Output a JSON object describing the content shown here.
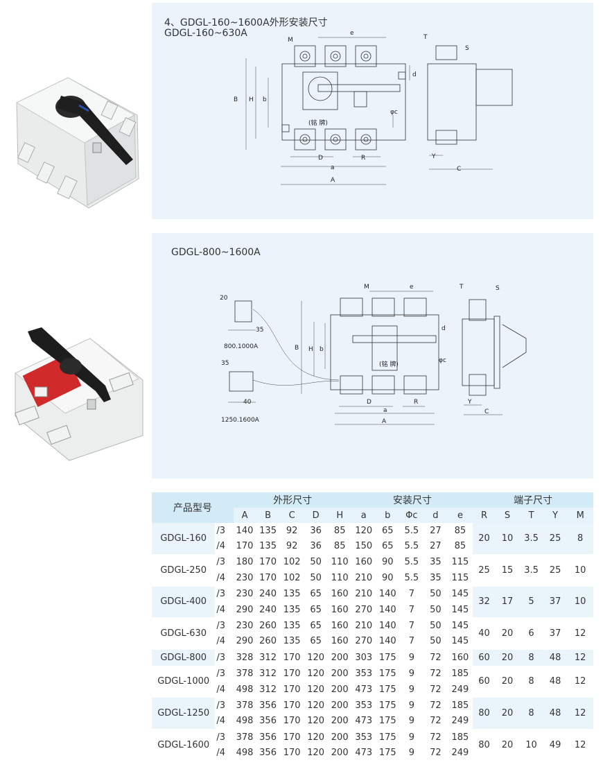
{
  "section1": {
    "title_line1": "4、GDGL-160~1600A外形安装尺寸",
    "title_line2": "GDGL-160~630A",
    "nameplate": "(铭 牌)",
    "labels": {
      "M": "M",
      "e": "e",
      "T": "T",
      "S": "S",
      "B": "B",
      "H": "H",
      "b": "b",
      "d": "d",
      "c": "φc",
      "D": "D",
      "R": "R",
      "a": "a",
      "A": "A",
      "Y": "Y",
      "C": "C"
    }
  },
  "section2": {
    "title": "GDGL-800~1600A",
    "nameplate": "(铭 牌)",
    "dim_20": "20",
    "dim_35a": "35",
    "dim_35b": "35",
    "dim_40": "40",
    "label_800": "800.1000A",
    "label_1250": "1250.1600A",
    "labels": {
      "M": "M",
      "e": "e",
      "T": "T",
      "S": "S",
      "B": "B",
      "H": "H",
      "b": "b",
      "d": "d",
      "c": "φc",
      "D": "D",
      "R": "R",
      "a": "a",
      "A": "A",
      "Y": "Y",
      "C": "C"
    }
  },
  "table": {
    "model_header": "产品型号",
    "group_headers": [
      "外形尺寸",
      "安装尺寸",
      "端子尺寸"
    ],
    "columns": [
      "A",
      "B",
      "C",
      "D",
      "H",
      "a",
      "b",
      "Φc",
      "d",
      "e",
      "R",
      "S",
      "T",
      "Y",
      "M"
    ],
    "groups": [
      {
        "model": "GDGL-160",
        "terminal": [
          "20",
          "10",
          "3.5",
          "25",
          "8"
        ],
        "rows": [
          {
            "pole": "/3",
            "values": [
              "140",
              "135",
              "92",
              "36",
              "85",
              "120",
              "65",
              "5.5",
              "27",
              "85"
            ]
          },
          {
            "pole": "/4",
            "values": [
              "170",
              "135",
              "92",
              "36",
              "85",
              "150",
              "65",
              "5.5",
              "27",
              "85"
            ]
          }
        ]
      },
      {
        "model": "GDGL-250",
        "terminal": [
          "25",
          "15",
          "3.5",
          "25",
          "10"
        ],
        "rows": [
          {
            "pole": "/3",
            "values": [
              "180",
              "170",
              "102",
              "50",
              "110",
              "160",
              "90",
              "5.5",
              "35",
              "115"
            ]
          },
          {
            "pole": "/4",
            "values": [
              "230",
              "170",
              "102",
              "50",
              "110",
              "210",
              "90",
              "5.5",
              "35",
              "115"
            ]
          }
        ]
      },
      {
        "model": "GDGL-400",
        "terminal": [
          "32",
          "17",
          "5",
          "37",
          "10"
        ],
        "rows": [
          {
            "pole": "/3",
            "values": [
              "230",
              "240",
              "135",
              "65",
              "160",
              "210",
              "140",
              "7",
              "50",
              "145"
            ]
          },
          {
            "pole": "/4",
            "values": [
              "290",
              "240",
              "135",
              "65",
              "160",
              "270",
              "140",
              "7",
              "50",
              "145"
            ]
          }
        ]
      },
      {
        "model": "GDGL-630",
        "terminal": [
          "40",
          "20",
          "6",
          "37",
          "12"
        ],
        "rows": [
          {
            "pole": "/3",
            "values": [
              "230",
              "260",
              "135",
              "65",
              "160",
              "210",
              "140",
              "7",
              "50",
              "145"
            ]
          },
          {
            "pole": "/4",
            "values": [
              "290",
              "260",
              "135",
              "65",
              "160",
              "270",
              "140",
              "7",
              "50",
              "145"
            ]
          }
        ]
      },
      {
        "model": "GDGL-800",
        "terminal": [
          "60",
          "20",
          "8",
          "48",
          "12"
        ],
        "rows": [
          {
            "pole": "/3",
            "values": [
              "328",
              "312",
              "170",
              "120",
              "200",
              "303",
              "175",
              "9",
              "72",
              "160"
            ]
          }
        ]
      },
      {
        "model": "GDGL-1000",
        "terminal": [
          "60",
          "20",
          "8",
          "48",
          "12"
        ],
        "rows": [
          {
            "pole": "/3",
            "values": [
              "378",
              "312",
              "170",
              "120",
              "200",
              "353",
              "175",
              "9",
              "72",
              "185"
            ]
          },
          {
            "pole": "/4",
            "values": [
              "498",
              "312",
              "170",
              "120",
              "200",
              "473",
              "175",
              "9",
              "72",
              "249"
            ]
          }
        ]
      },
      {
        "model": "GDGL-1250",
        "terminal": [
          "80",
          "20",
          "8",
          "48",
          "12"
        ],
        "rows": [
          {
            "pole": "/3",
            "values": [
              "378",
              "356",
              "170",
              "120",
              "200",
              "353",
              "175",
              "9",
              "72",
              "185"
            ]
          },
          {
            "pole": "/4",
            "values": [
              "498",
              "356",
              "170",
              "120",
              "200",
              "473",
              "175",
              "9",
              "72",
              "249"
            ]
          }
        ]
      },
      {
        "model": "GDGL-1600",
        "terminal": [
          "80",
          "20",
          "10",
          "49",
          "12"
        ],
        "rows": [
          {
            "pole": "/3",
            "values": [
              "378",
              "356",
              "170",
              "120",
              "200",
              "353",
              "175",
              "9",
              "72",
              "185"
            ]
          },
          {
            "pole": "/4",
            "values": [
              "498",
              "356",
              "170",
              "120",
              "200",
              "473",
              "175",
              "9",
              "72",
              "249"
            ]
          }
        ]
      }
    ]
  }
}
